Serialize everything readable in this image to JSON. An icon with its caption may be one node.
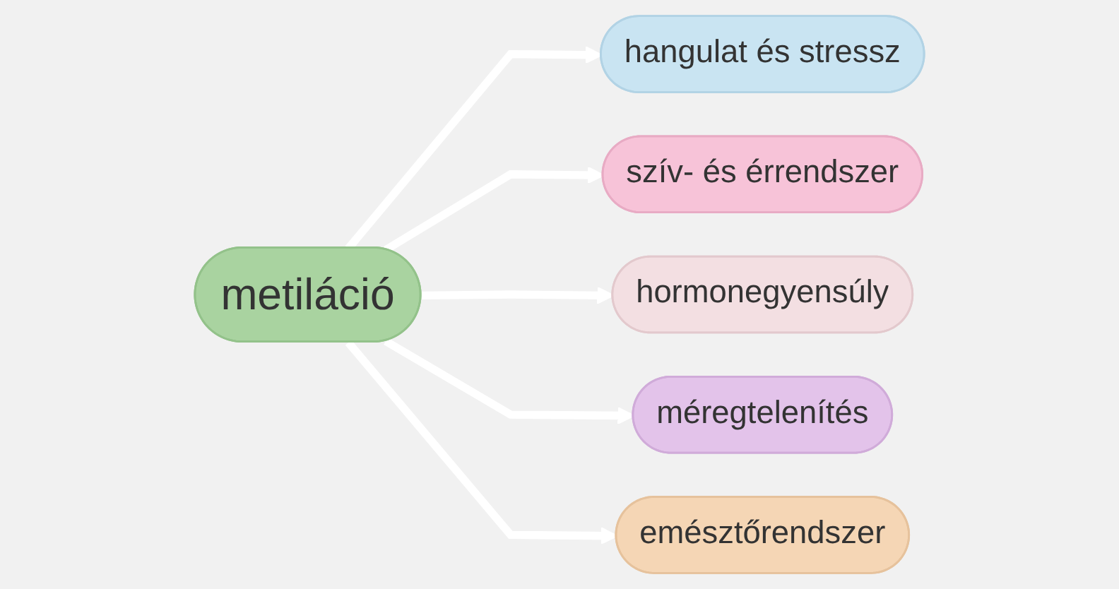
{
  "diagram": {
    "nodes": [
      {
        "text": [
          "hangulat és stressz"
        ]
      },
      {
        "text": [
          "szív- és érrendszer"
        ]
      },
      {
        "text": [
          "metiláció"
        ]
      },
      {
        "text": [
          "hormonegyensúly"
        ]
      },
      {
        "text": [
          "méregtelenítés"
        ]
      },
      {
        "text": [
          "emésztőrendszer"
        ]
      }
    ],
    "edges": [
      {
        "from": 2,
        "to": 0,
        "arrow": "to"
      },
      {
        "from": 2,
        "to": 1,
        "arrow": "to"
      },
      {
        "from": 2,
        "to": 3,
        "arrow": "to"
      },
      {
        "from": 2,
        "to": 4,
        "arrow": "to"
      },
      {
        "from": 2,
        "to": 5,
        "arrow": "to"
      }
    ]
  }
}
